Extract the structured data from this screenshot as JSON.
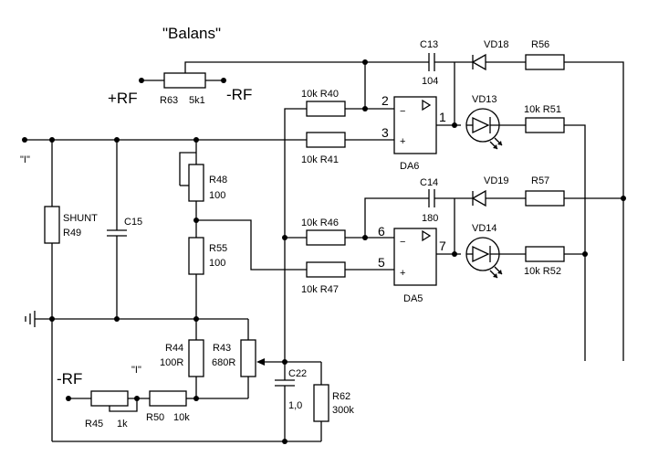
{
  "title": "\"Balans\"",
  "rails": {
    "plus_rf": "+RF",
    "minus_rf": "-RF",
    "minus_rf_2": "-RF"
  },
  "nodes": {
    "i_left": "\"I\"",
    "i_mid": "\"I\""
  },
  "opamps": {
    "da6": {
      "name": "DA6",
      "pin_inv": "2",
      "pin_noninv": "3",
      "pin_out": "1",
      "minus": "−",
      "plus": "+"
    },
    "da5": {
      "name": "DA5",
      "pin_inv": "6",
      "pin_noninv": "5",
      "pin_out": "7",
      "minus": "−",
      "plus": "+"
    }
  },
  "resistors": {
    "r63": {
      "name": "R63",
      "value": "5k1"
    },
    "r40": {
      "name": "10k R40"
    },
    "r41": {
      "name": "10k R41"
    },
    "r46": {
      "name": "10k R46"
    },
    "r47": {
      "name": "10k R47"
    },
    "r48": {
      "name": "R48",
      "value": "100"
    },
    "r55": {
      "name": "R55",
      "value": "100"
    },
    "r49": {
      "name": "SHUNT",
      "value": "R49"
    },
    "r44": {
      "name": "R44",
      "value": "100R"
    },
    "r43": {
      "name": "R43",
      "value": "680R"
    },
    "r45": {
      "name": "R45",
      "value": "1k"
    },
    "r50": {
      "name": "R50",
      "value": "10k"
    },
    "r62": {
      "name": "R62",
      "value": "300k"
    },
    "r56": {
      "name": "R56"
    },
    "r57": {
      "name": "R57"
    },
    "r51": {
      "name": "10k R51"
    },
    "r52": {
      "name": "10k R52"
    }
  },
  "capacitors": {
    "c13": {
      "name": "C13",
      "value": "104"
    },
    "c14": {
      "name": "C14",
      "value": "180"
    },
    "c15": {
      "name": "C15"
    },
    "c22": {
      "name": "C22",
      "value": "1,0"
    }
  },
  "diodes": {
    "vd18": {
      "name": "VD18"
    },
    "vd19": {
      "name": "VD19"
    },
    "vd13": {
      "name": "VD13"
    },
    "vd14": {
      "name": "VD14"
    }
  }
}
